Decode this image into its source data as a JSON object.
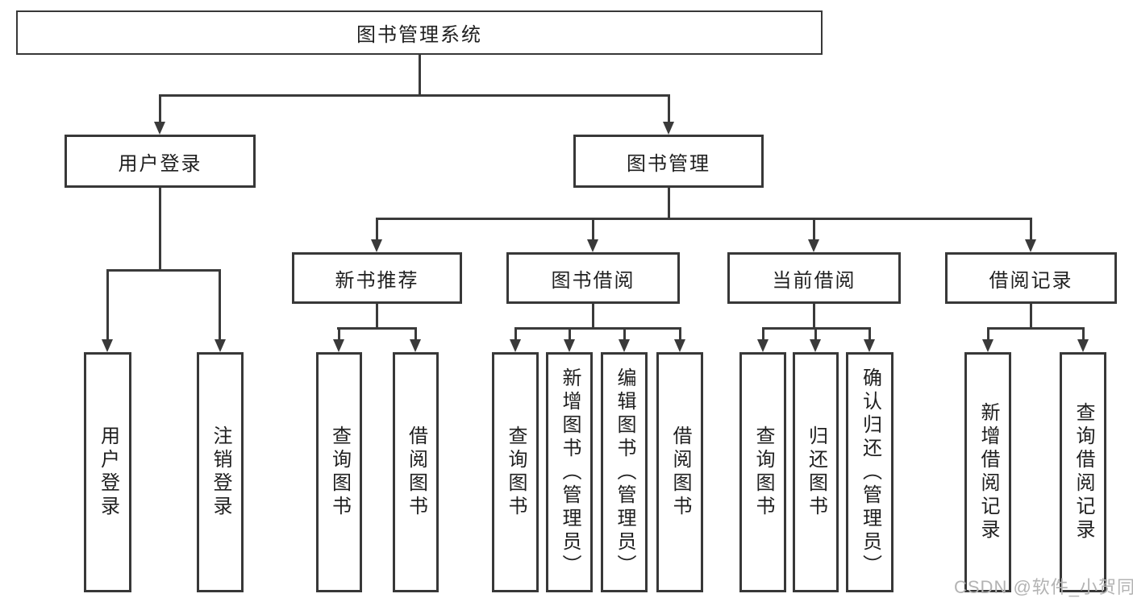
{
  "diagram": {
    "title": "图书管理系统",
    "branches": [
      {
        "label": "用户登录",
        "children": [
          "用户登录",
          "注销登录"
        ]
      },
      {
        "label": "图书管理",
        "groups": [
          {
            "label": "新书推荐",
            "children": [
              "查询图书",
              "借阅图书"
            ]
          },
          {
            "label": "图书借阅",
            "children": [
              "查询图书",
              "新增图书（管理员）",
              "编辑图书（管理员）",
              "借阅图书"
            ]
          },
          {
            "label": "当前借阅",
            "children": [
              "查询图书",
              "归还图书",
              "确认归还（管理员）"
            ]
          },
          {
            "label": "借阅记录",
            "children": [
              "新增借阅记录",
              "查询借阅记录"
            ]
          }
        ]
      }
    ]
  },
  "watermark": {
    "text": "CSDN @软件_小贺同学"
  },
  "colors": {
    "line": "#3a3a3a",
    "border": "#383838",
    "text": "#1f1f1f",
    "watermark": "#b3b3b3",
    "background": "#ffffff"
  }
}
